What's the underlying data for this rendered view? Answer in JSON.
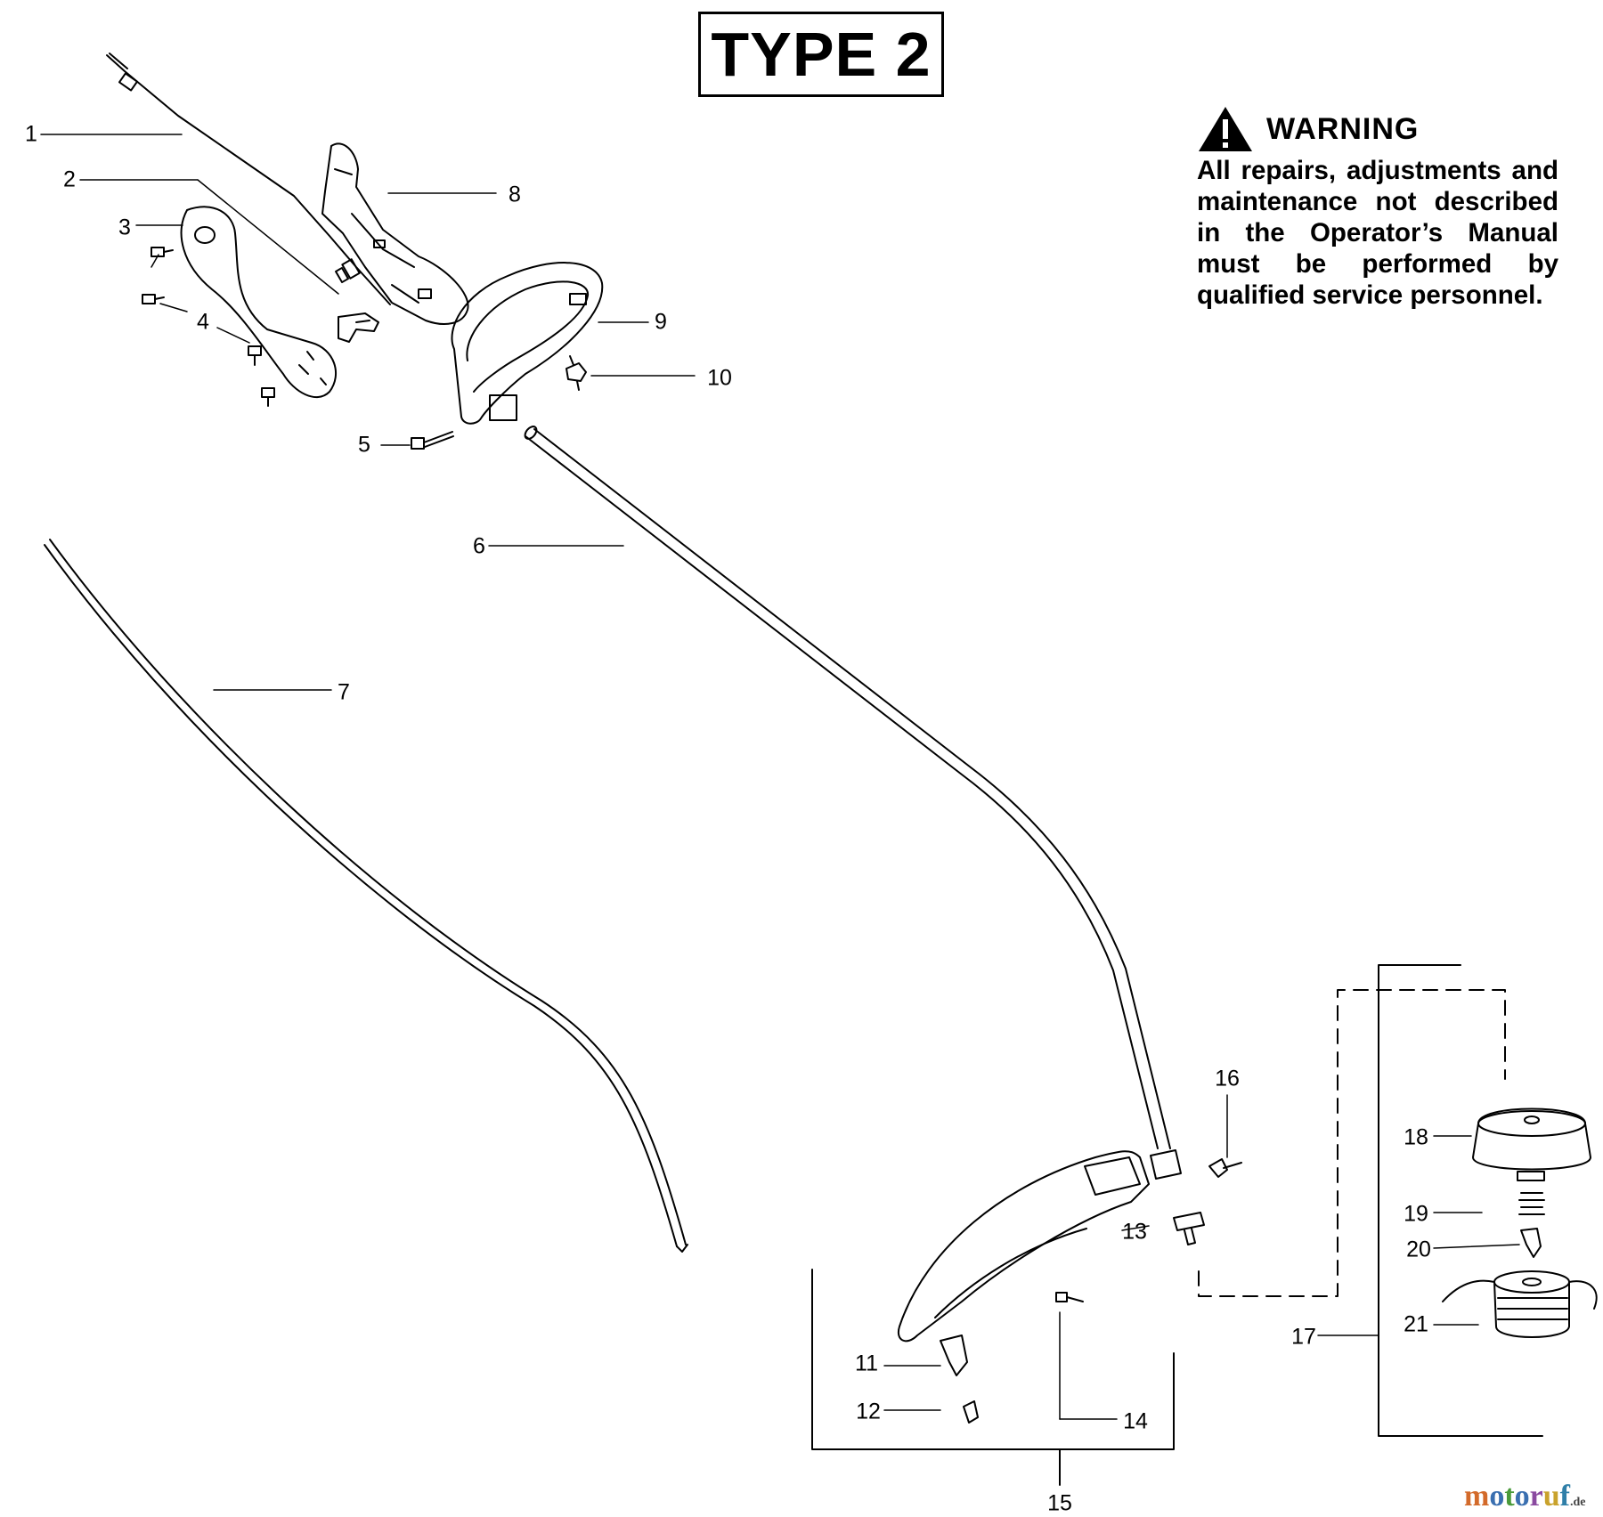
{
  "title": "TYPE 2",
  "warning": {
    "heading": "WARNING",
    "text": "All repairs, adjustments and maintenance not described in the Operator’s Manual must be performed by qualified service personnel."
  },
  "parts": [
    {
      "id": "1",
      "label": "1"
    },
    {
      "id": "2",
      "label": "2"
    },
    {
      "id": "3",
      "label": "3"
    },
    {
      "id": "4",
      "label": "4"
    },
    {
      "id": "5",
      "label": "5"
    },
    {
      "id": "6",
      "label": "6"
    },
    {
      "id": "7",
      "label": "7"
    },
    {
      "id": "8",
      "label": "8"
    },
    {
      "id": "9",
      "label": "9"
    },
    {
      "id": "10",
      "label": "10"
    },
    {
      "id": "11",
      "label": "11"
    },
    {
      "id": "12",
      "label": "12"
    },
    {
      "id": "13",
      "label": "13"
    },
    {
      "id": "14",
      "label": "14"
    },
    {
      "id": "15",
      "label": "15"
    },
    {
      "id": "16",
      "label": "16"
    },
    {
      "id": "17",
      "label": "17"
    },
    {
      "id": "18",
      "label": "18"
    },
    {
      "id": "19",
      "label": "19"
    },
    {
      "id": "20",
      "label": "20"
    },
    {
      "id": "21",
      "label": "21"
    }
  ],
  "watermark": {
    "main": "motoruf",
    "suffix": ".de"
  }
}
